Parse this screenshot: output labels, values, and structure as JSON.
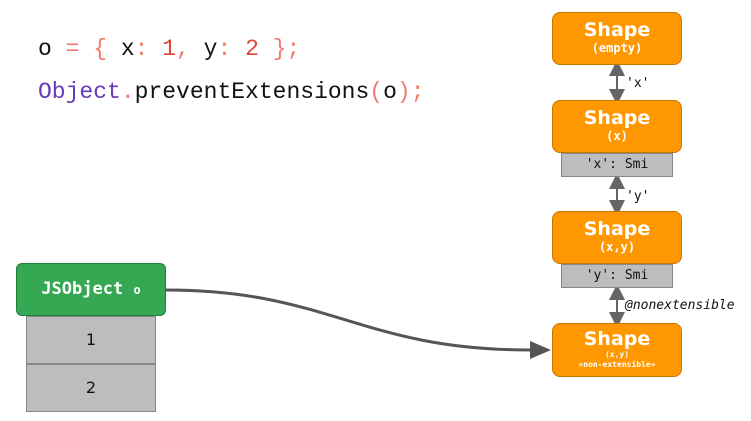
{
  "code": {
    "line1": [
      "o",
      " = { ",
      "x",
      ": ",
      "1",
      ", ",
      "y",
      ": ",
      "2",
      " };"
    ],
    "line2": [
      "Object",
      ".",
      "preventExtensions",
      "(",
      "o",
      ");"
    ]
  },
  "shapes": [
    {
      "title": "Shape",
      "sub": "(empty)"
    },
    {
      "title": "Shape",
      "sub": "(x)",
      "slot": "'x': Smi"
    },
    {
      "title": "Shape",
      "sub": "(x,y)",
      "slot": "'y': Smi"
    },
    {
      "title": "Shape",
      "sub": "(x,y)",
      "note": "«non-extensible»"
    }
  ],
  "transitions": [
    "'x'",
    "'y'",
    "@nonextensible"
  ],
  "jsobject": {
    "title": "JSObject",
    "name": "o",
    "values": [
      "1",
      "2"
    ]
  },
  "colors": {
    "shape": "#ff9800",
    "object": "#34a853",
    "slot": "#bdbdbd",
    "keyword": "#673ab7",
    "number": "#db4437"
  }
}
